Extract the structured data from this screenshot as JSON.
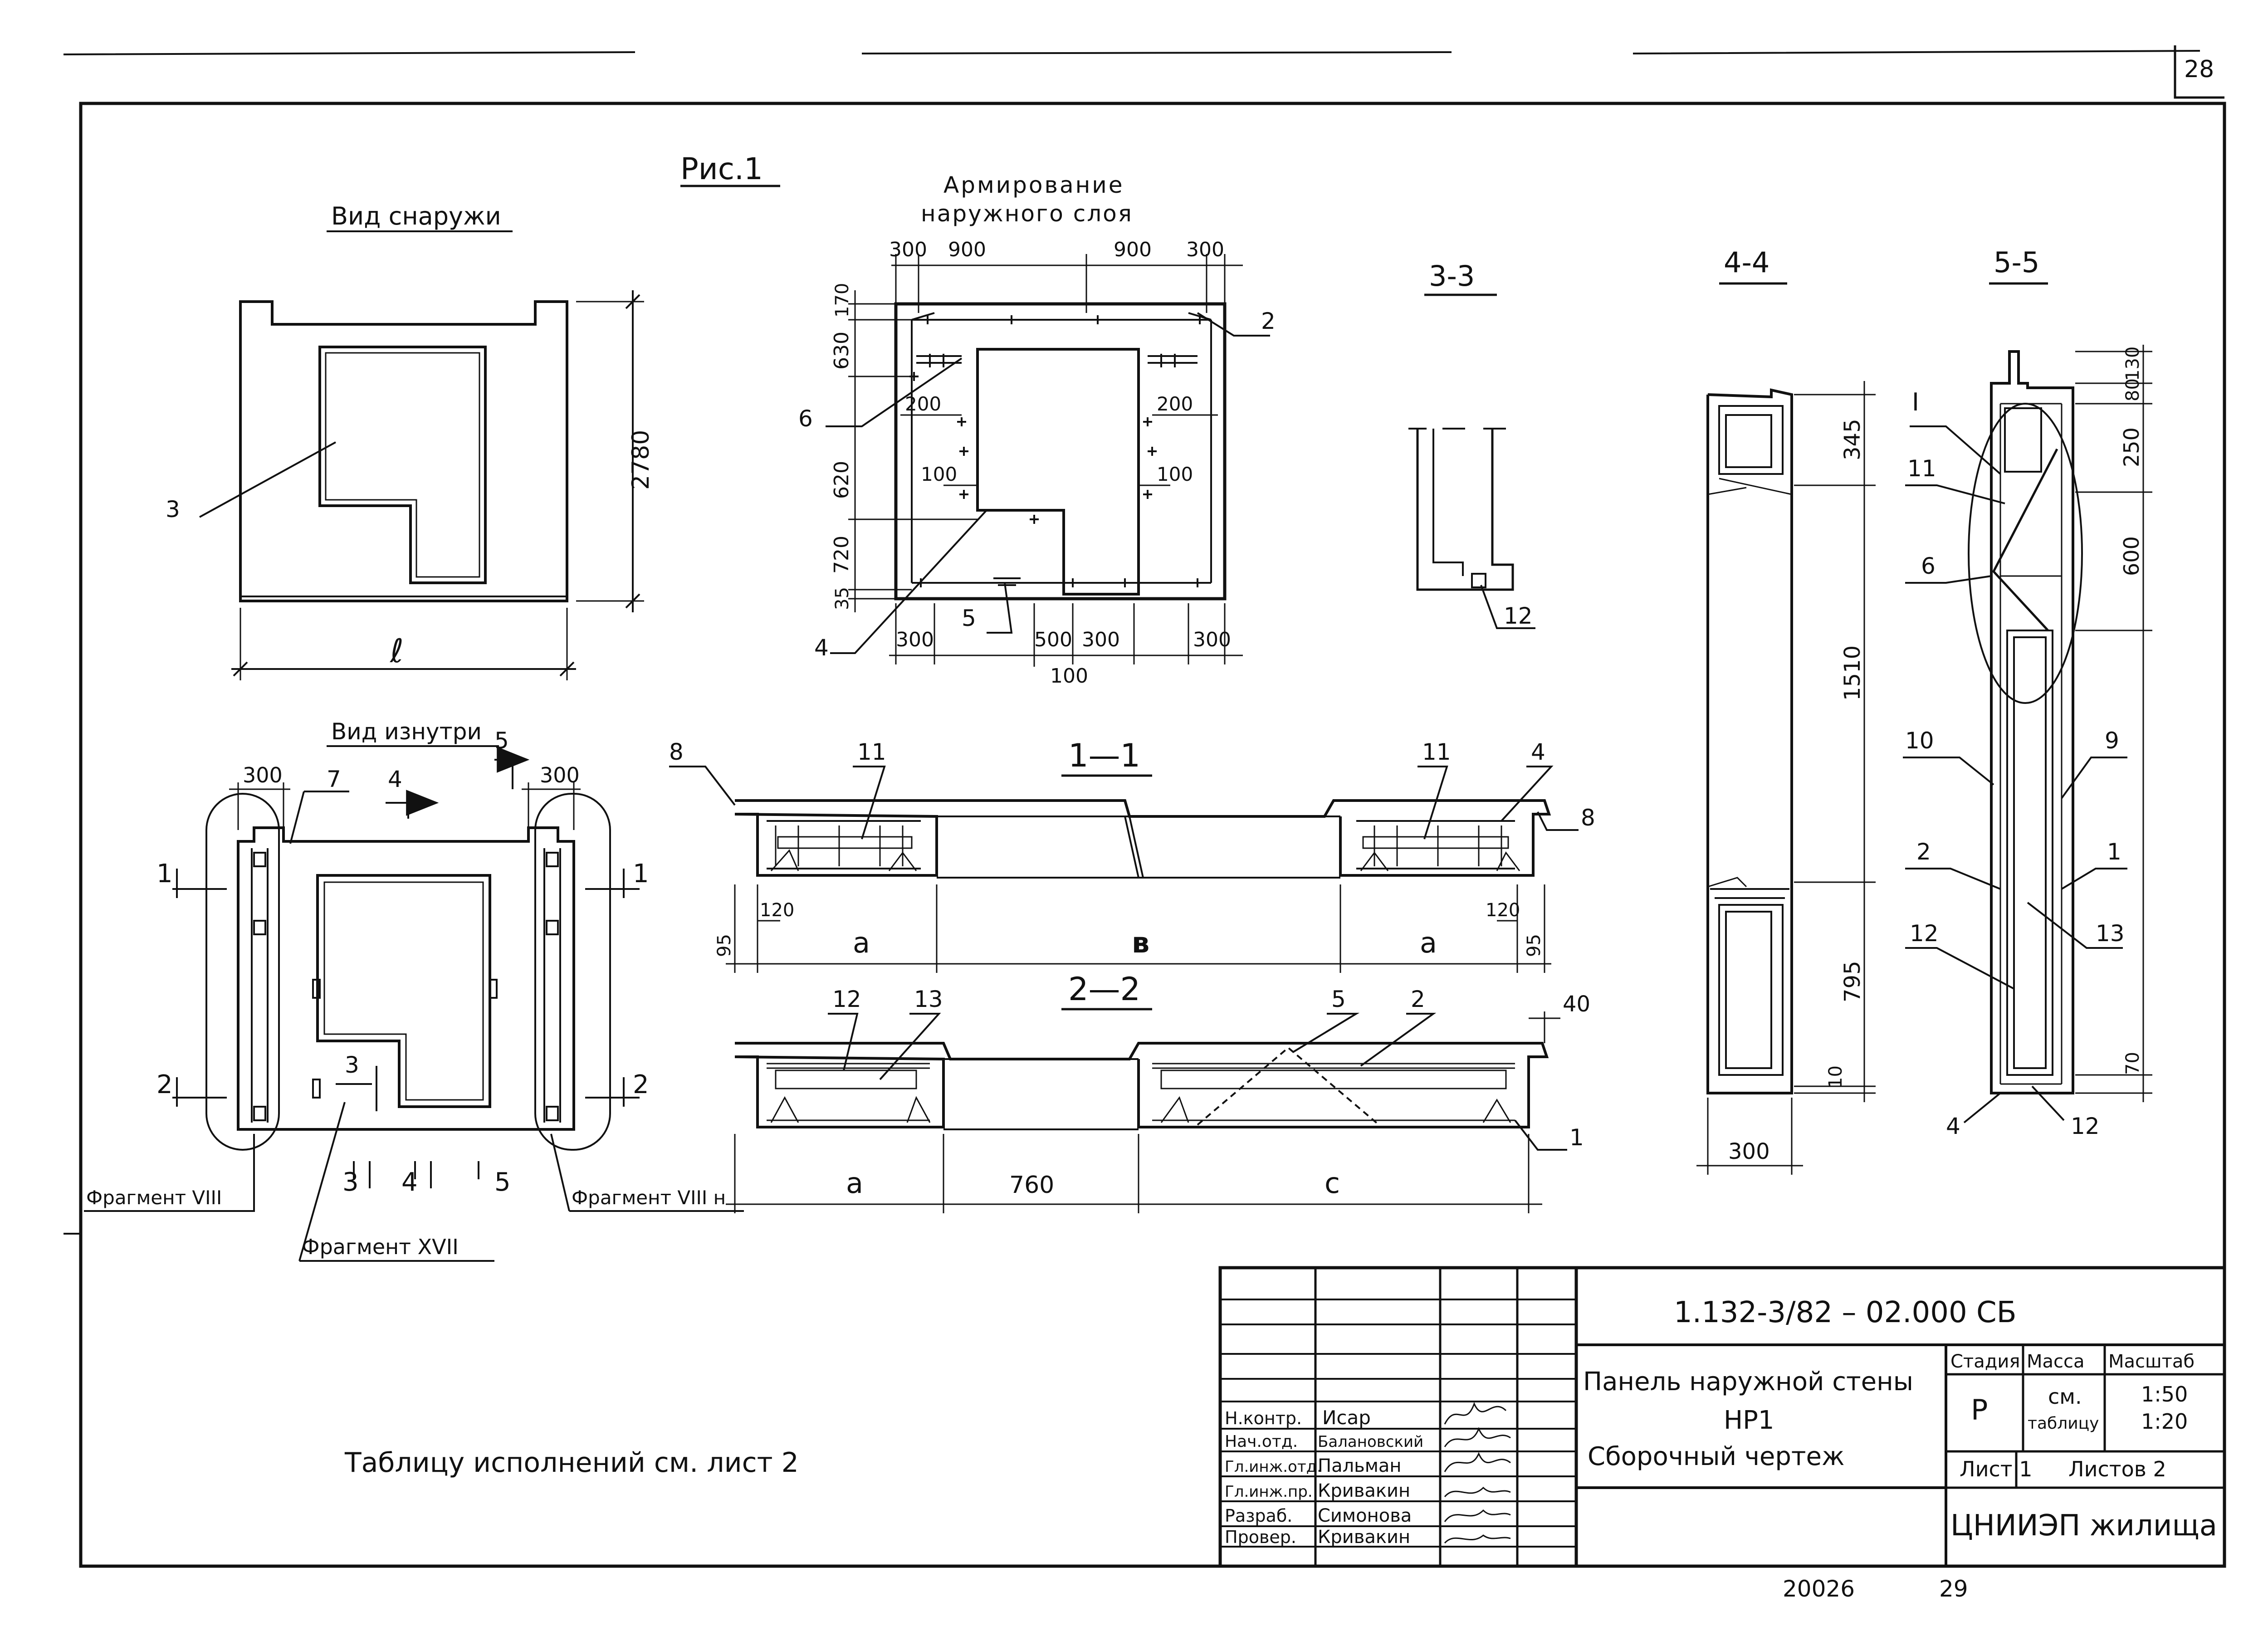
{
  "sheet_number": "28",
  "figure_label": "Рис.1",
  "views": {
    "outside": "Вид снаружи",
    "inside": "Вид изнутри",
    "reinforcement_line1": "Армирование",
    "reinforcement_line2": "наружного слоя",
    "sec_1_1": "1—1",
    "sec_2_2": "2—2",
    "sec_3_3": "3-3",
    "sec_4_4": "4-4",
    "sec_5_5": "5-5"
  },
  "fragments": {
    "left": "Фрагмент VIII",
    "right": "Фрагмент VIII н",
    "bottom": "Фрагмент XVII"
  },
  "dimensions": {
    "outside_height": "2780",
    "outside_width": "ℓ",
    "reinf_top": [
      "300",
      "900",
      "900",
      "300"
    ],
    "reinf_left": [
      "170",
      "630",
      "620",
      "720",
      "35"
    ],
    "reinf_inner": [
      "200",
      "200",
      "100",
      "100"
    ],
    "reinf_bottom": [
      "300",
      "300",
      "500",
      "300"
    ],
    "reinf_bottom_sub": "100",
    "inside_top": [
      "300",
      "300"
    ],
    "sec11": [
      "95",
      "120",
      "a",
      "в",
      "a",
      "120",
      "95"
    ],
    "sec22": [
      "a",
      "760",
      "c",
      "40"
    ],
    "sec44_right": [
      "345",
      "1510",
      "795",
      "10"
    ],
    "sec44_bottom": "300",
    "sec55_right": [
      "130",
      "80",
      "250",
      "600",
      "70"
    ]
  },
  "callouts": {
    "outside": [
      "3"
    ],
    "reinf": [
      "2",
      "6",
      "4",
      "5"
    ],
    "inside": [
      "7",
      "4",
      "5",
      "1",
      "1",
      "2",
      "2",
      "3",
      "3",
      "4",
      "5"
    ],
    "sec11": [
      "8",
      "11",
      "11",
      "4",
      "8"
    ],
    "sec22": [
      "12",
      "13",
      "5",
      "2",
      "1"
    ],
    "sec33": [
      "12"
    ],
    "sec55": [
      "I",
      "11",
      "6",
      "10",
      "9",
      "2",
      "1",
      "12",
      "13",
      "4",
      "12"
    ]
  },
  "note": "Таблицу исполнений см. лист 2",
  "title_block": {
    "doc_code": "1.132-3/82 – 02.000 СБ",
    "title_lines": [
      "Панель наружной стены",
      "НР1",
      "Сборочный чертеж"
    ],
    "header": {
      "stage": "Стадия",
      "mass": "Масса",
      "scale": "Масштаб"
    },
    "stage": "Р",
    "mass": [
      "см.",
      "таблицу"
    ],
    "scale": [
      "1:50",
      "1:20"
    ],
    "sheet": "Лист 1",
    "sheets": "Листов 2",
    "organization": "ЦНИИЭП жилища",
    "roles": [
      {
        "role": "Н.контр.",
        "name": "Исар"
      },
      {
        "role": "Нач.отд.",
        "name": "Балановский"
      },
      {
        "role": "Гл.инж.отд.",
        "name": "Пальман"
      },
      {
        "role": "Гл.инж.пр.",
        "name": "Кривакин"
      },
      {
        "role": "Разраб.",
        "name": "Симонова"
      },
      {
        "role": "Провер.",
        "name": "Кривакин"
      }
    ]
  },
  "archive_numbers": [
    "20026",
    "29"
  ],
  "colors": {
    "ink": "#111111",
    "paper": "#ffffff"
  }
}
